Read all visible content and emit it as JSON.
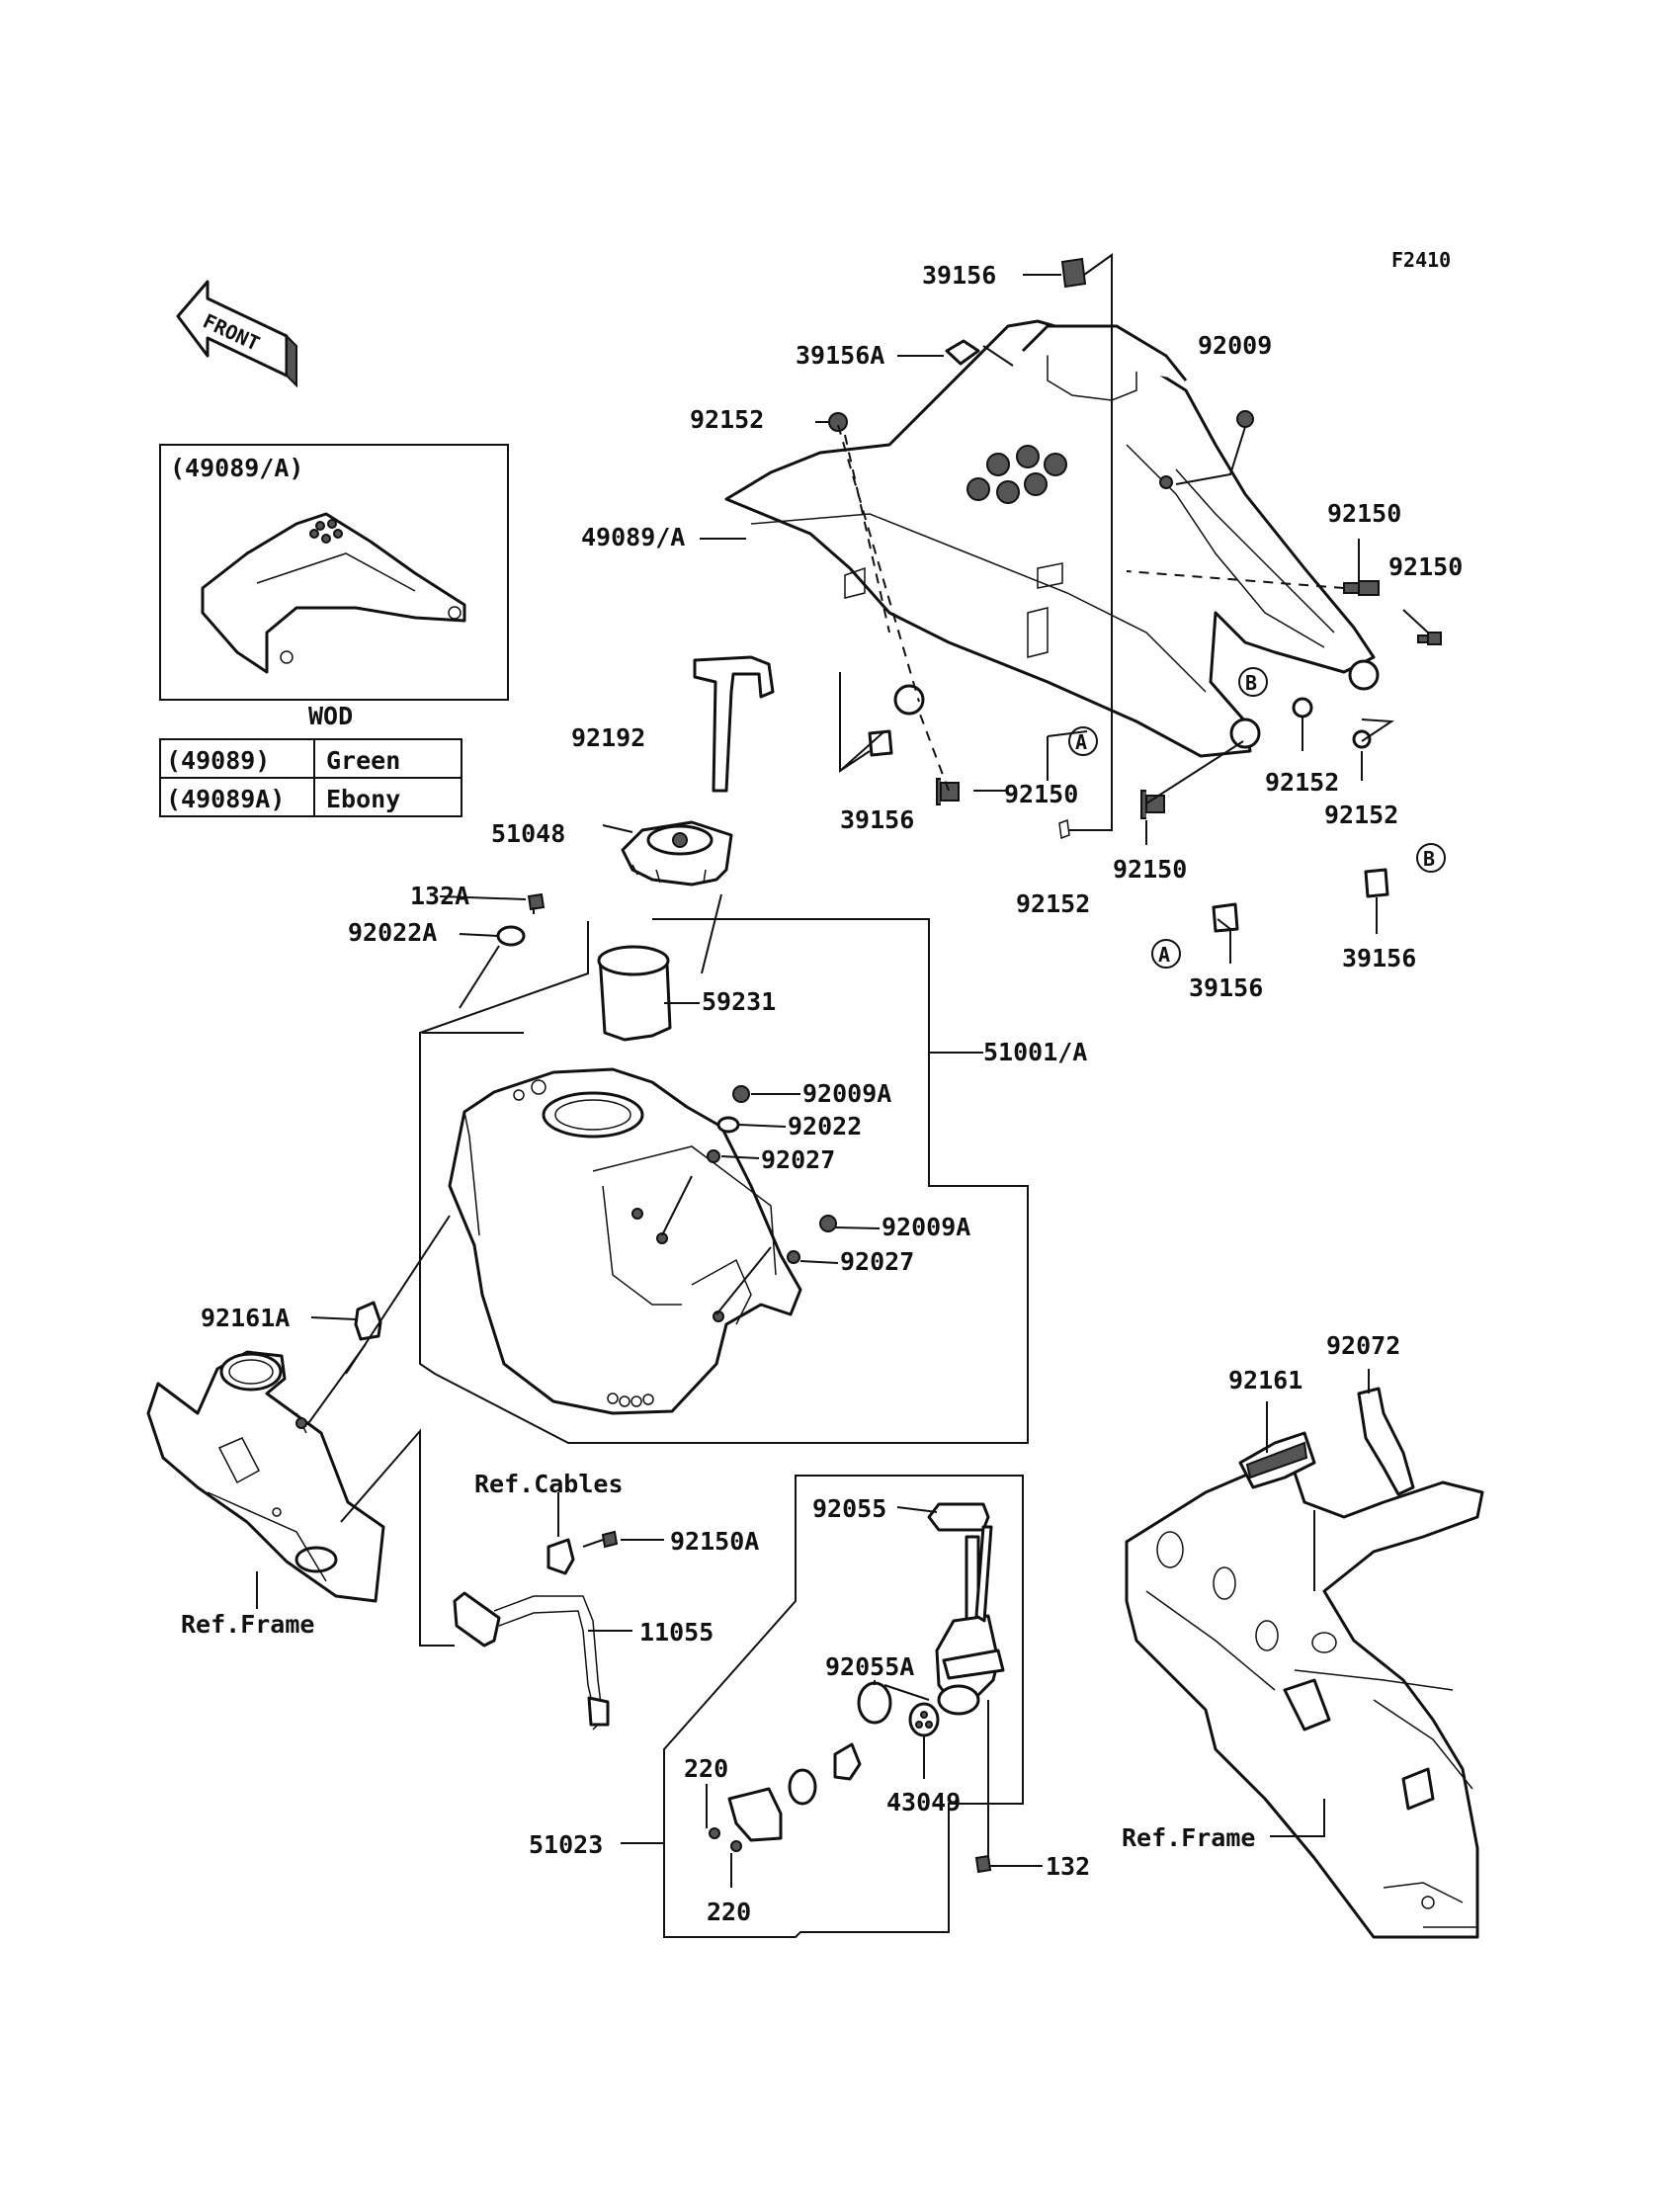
{
  "figure_code": "F2410",
  "front_arrow": {
    "label": "FRONT"
  },
  "inset": {
    "title": "(49089/A)",
    "caption": "WOD",
    "table": [
      {
        "code": "(49089)",
        "color": "Green"
      },
      {
        "code": "(49089A)",
        "color": "Ebony"
      }
    ]
  },
  "callouts": {
    "c_39156_top": "39156",
    "c_39156A": "39156A",
    "c_92009": "92009",
    "c_92152_top": "92152",
    "c_49089A": "49089/A",
    "c_92150_r1": "92150",
    "c_92150_r2": "92150",
    "c_92192": "92192",
    "c_92152_mid": "92152",
    "c_92152_right": "92152",
    "c_39156_mid": "39156",
    "c_92150_mid": "92150",
    "c_92150_low": "92150",
    "c_92152_low": "92152",
    "c_39156_low": "39156",
    "c_39156_right": "39156",
    "c_51048": "51048",
    "c_132A": "132A",
    "c_92022A": "92022A",
    "c_59231": "59231",
    "c_51001A": "51001/A",
    "c_92009A_1": "92009A",
    "c_92022": "92022",
    "c_92027_1": "92027",
    "c_92009A_2": "92009A",
    "c_92027_2": "92027",
    "c_92161A": "92161A",
    "c_92072": "92072",
    "c_92161": "92161",
    "c_ref_cables": "Ref.Cables",
    "c_92150A": "92150A",
    "c_92055": "92055",
    "c_ref_frame_left": "Ref.Frame",
    "c_11055": "11055",
    "c_92055A": "92055A",
    "c_220_top": "220",
    "c_43049": "43049",
    "c_51023": "51023",
    "c_132": "132",
    "c_220_bottom": "220",
    "c_ref_frame_right": "Ref.Frame"
  },
  "markers": {
    "m_A_1": "A",
    "m_B_1": "B",
    "m_B_2": "B",
    "m_A_2": "A"
  }
}
